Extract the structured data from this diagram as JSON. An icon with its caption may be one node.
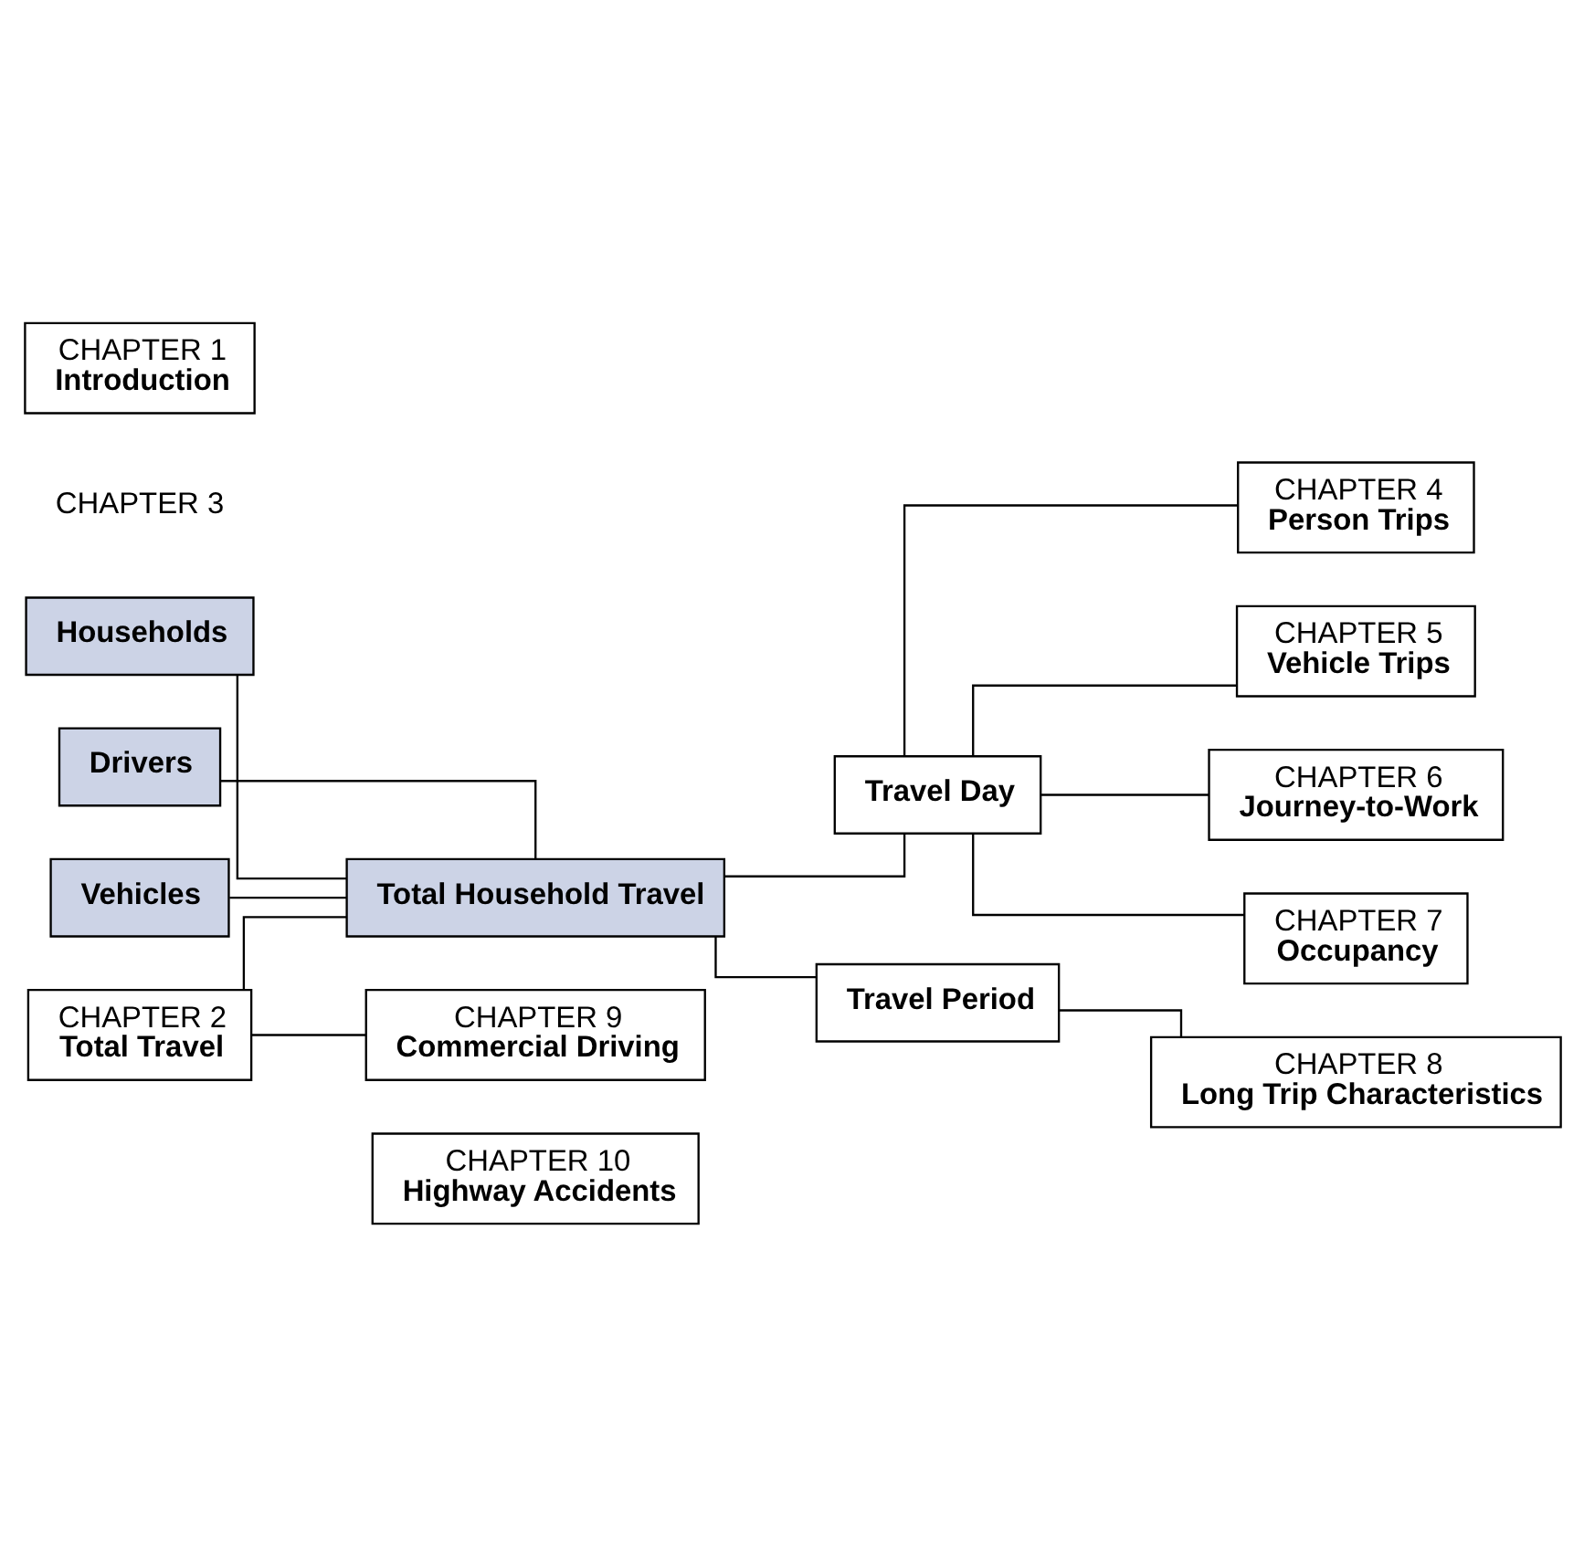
{
  "diagram": {
    "nodes": [
      {
        "text": [
          "CHAPTER 1",
          "Introduction"
        ]
      },
      {
        "text": [
          "Households"
        ]
      },
      {
        "text": [
          "Drivers"
        ]
      },
      {
        "text": [
          "Vehicles"
        ]
      },
      {
        "text": [
          "Total Household Travel"
        ]
      },
      {
        "text": [
          "Travel Day"
        ]
      },
      {
        "text": [
          "CHAPTER 4",
          "Person Trips"
        ]
      },
      {
        "text": [
          "CHAPTER 5",
          "Vehicle Trips"
        ]
      },
      {
        "text": [
          "CHAPTER 6",
          "Journey-to-Work"
        ]
      },
      {
        "text": [
          "CHAPTER 7",
          "Occupancy"
        ]
      },
      {
        "text": [
          "Travel Period"
        ]
      },
      {
        "text": [
          "CHAPTER 8",
          "Long Trip Characteristics"
        ]
      },
      {
        "text": [
          "CHAPTER 2",
          "Total Travel"
        ]
      },
      {
        "text": [
          "CHAPTER 9",
          "Commercial Driving"
        ]
      },
      {
        "text": [
          "CHAPTER 10",
          "Highway Accidents"
        ]
      }
    ],
    "edges": [
      {
        "from": 1,
        "to": 4,
        "arrow": "none"
      },
      {
        "from": 2,
        "to": 4,
        "arrow": "none"
      },
      {
        "from": 3,
        "to": 4,
        "arrow": "none"
      },
      {
        "from": 4,
        "to": 5,
        "arrow": "none"
      },
      {
        "from": 4,
        "to": 10,
        "arrow": "none"
      },
      {
        "from": 5,
        "to": 6,
        "arrow": "none"
      },
      {
        "from": 5,
        "to": 7,
        "arrow": "none"
      },
      {
        "from": 5,
        "to": 8,
        "arrow": "none"
      },
      {
        "from": 5,
        "to": 9,
        "arrow": "none"
      },
      {
        "from": 10,
        "to": 11,
        "arrow": "none"
      },
      {
        "from": 12,
        "to": 4,
        "arrow": "none"
      },
      {
        "from": 12,
        "to": 13,
        "arrow": "none"
      }
    ],
    "labels": [
      "CHAPTER 3"
    ]
  }
}
